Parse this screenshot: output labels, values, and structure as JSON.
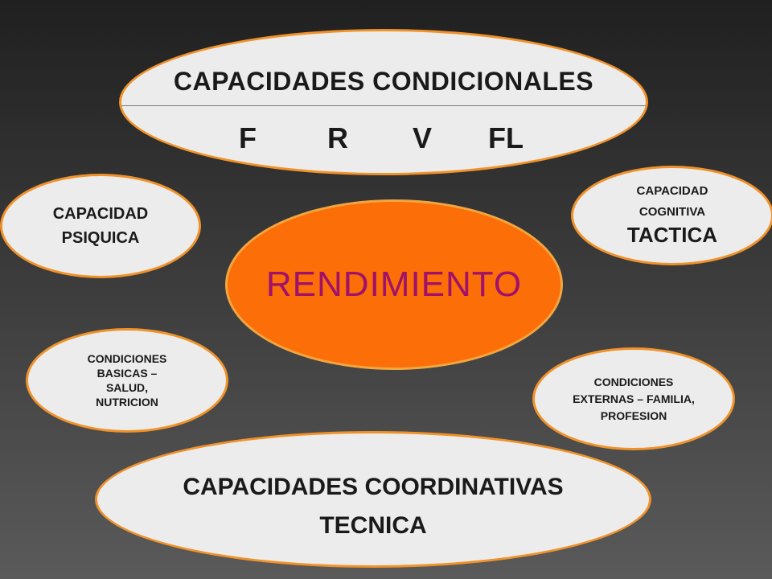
{
  "top": {
    "title": "CAPACIDADES  CONDICIONALES",
    "letters": [
      "F",
      "R",
      "V",
      "FL"
    ]
  },
  "center": {
    "label": "RENDIMIENTO"
  },
  "psiquica": {
    "line1": "CAPACIDAD",
    "line2": "PSIQUICA"
  },
  "cognitiva": {
    "line1": "CAPACIDAD",
    "line2": "COGNITIVA",
    "line3": "TACTICA"
  },
  "basicas": {
    "line1": "CONDICIONES",
    "line2": "BASICAS –",
    "line3": "SALUD,",
    "line4": "NUTRICION"
  },
  "externas": {
    "line1": "CONDICIONES",
    "line2": "EXTERNAS – FAMILIA,",
    "line3": "PROFESION"
  },
  "bottom": {
    "title": "CAPACIDADES  COORDINATIVAS",
    "subtitle": "TECNICA"
  },
  "colors": {
    "center_fill": "#fb6e08",
    "center_text": "#a0116a",
    "oval_fill": "#ececec",
    "oval_border": "#f0922a"
  }
}
